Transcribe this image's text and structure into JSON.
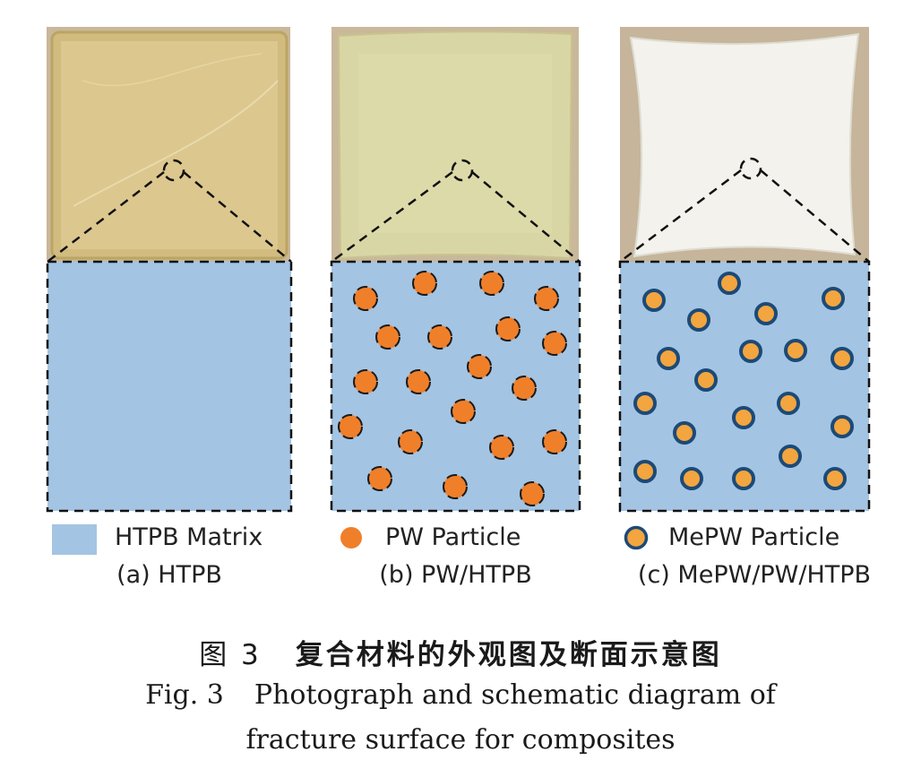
{
  "panels": [
    {
      "legend": "HTPB Matrix",
      "label": "(a) HTPB",
      "photo_color": "#d8c387"
    },
    {
      "legend": "PW Particle",
      "label": "(b) PW/HTPB",
      "photo_color": "#dcd8a8"
    },
    {
      "legend": "MePW Particle",
      "label": "(c) MePW/PW/HTPB",
      "photo_color": "#f2f1ec"
    }
  ],
  "caption": {
    "cn_number": "图 3",
    "cn_title": "复合材料的外观图及断面示意图",
    "en_number": "Fig. 3",
    "en_line1": "Photograph and schematic diagram of",
    "en_line2": "fracture surface for composites"
  },
  "colors": {
    "matrix": "#a3c4e3",
    "pw_particle": "#f07f2a",
    "mepw_shell": "#1c4a77",
    "mepw_core": "#f3a53f",
    "dash": "#111111"
  }
}
